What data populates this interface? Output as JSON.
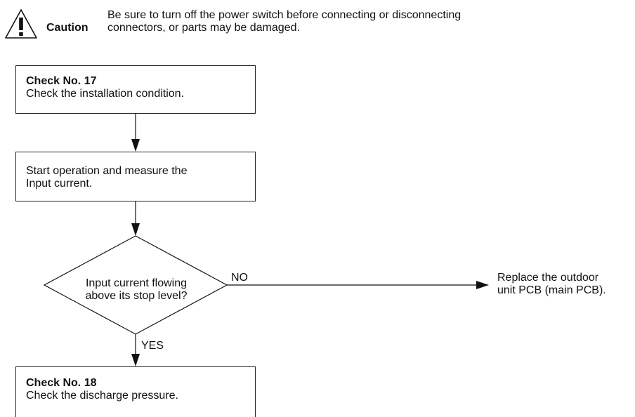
{
  "caution": {
    "icon": "warning-triangle-icon",
    "label": "Caution",
    "text_lines": [
      "Be sure to turn off the power switch before connecting or disconnecting",
      "connectors, or parts may be damaged."
    ]
  },
  "flowchart": {
    "check17": {
      "title": "Check No. 17",
      "text": "Check the installation condition."
    },
    "start": {
      "text": "Start operation and measure the\nInput current."
    },
    "decision": {
      "text": "Input current flowing\nabove its stop level?",
      "no_label": "NO",
      "yes_label": "YES"
    },
    "replace": {
      "lines": [
        "Replace the outdoor",
        "unit PCB (main PCB)."
      ]
    },
    "check18": {
      "title": "Check No. 18",
      "text": "Check the discharge pressure."
    }
  }
}
